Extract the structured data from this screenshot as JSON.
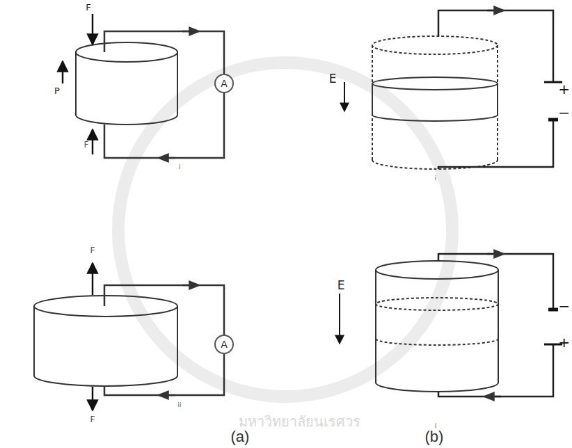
{
  "diagram": {
    "nodes": [
      {
        "text": [
          "A"
        ]
      },
      {
        "text": [
          "A"
        ]
      }
    ],
    "labels": [
      "F",
      "P",
      "F",
      "i",
      "F",
      "F",
      "ii",
      "E",
      "+",
      "−",
      "i",
      "E",
      "−",
      "+",
      "i",
      "(a)",
      "(b)",
      "มหาวิทยาลัยนเรศวร"
    ]
  }
}
